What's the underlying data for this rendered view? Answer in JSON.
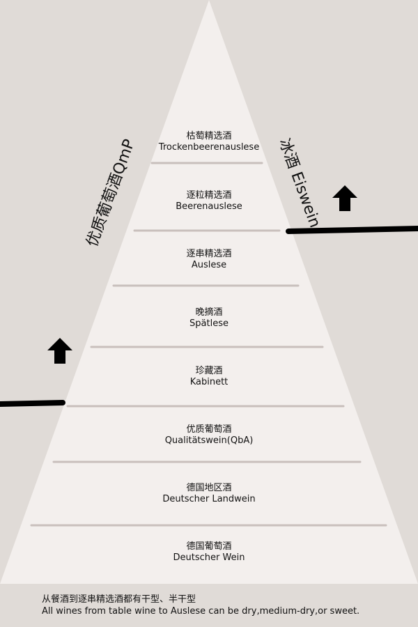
{
  "tiers": [
    {
      "zh": "枯萄精选酒",
      "de": "Trockenbeerenauslese"
    },
    {
      "zh": "逐粒精选酒",
      "de": "Beerenauslese"
    },
    {
      "zh": "逐串精选酒",
      "de": "Auslese"
    },
    {
      "zh": "晚摘酒",
      "de": "Spätlese"
    },
    {
      "zh": "珍藏酒",
      "de": "Kabinett"
    },
    {
      "zh": "优质葡萄酒",
      "de": "Qualitätswein(QbA)"
    },
    {
      "zh": "德国地区酒",
      "de": "Deutscher Landwein"
    },
    {
      "zh": "德国葡萄酒",
      "de": "Deutscher Wein"
    }
  ],
  "side_labels": {
    "left": "优质葡萄酒QmP",
    "right": "冰酒 Eiswein"
  },
  "footer": {
    "zh": "从餐酒到逐串精选酒都有干型、半干型",
    "en": "All wines from table wine to Auslese can be dry,medium-dry,or sweet."
  },
  "colors": {
    "background": "#e0dbd7",
    "pyramid": "#f3efed",
    "divider": "#c8bfbc",
    "marker": "#000000"
  }
}
